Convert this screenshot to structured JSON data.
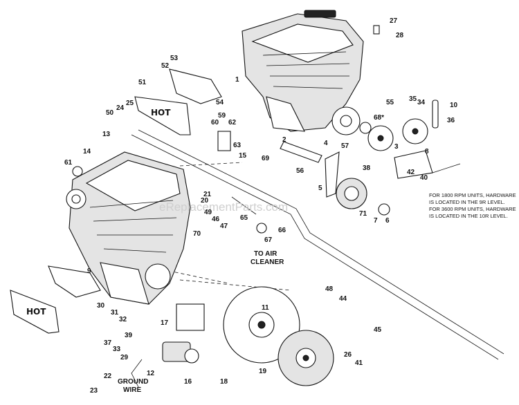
{
  "watermark": "eReplacementParts.com",
  "callouts": [
    "1",
    "2",
    "3",
    "4",
    "5",
    "6",
    "7",
    "8",
    "9",
    "10",
    "11",
    "12",
    "13",
    "14",
    "15",
    "16",
    "17",
    "18",
    "19",
    "20",
    "21",
    "22",
    "23",
    "24",
    "25",
    "26",
    "27",
    "28",
    "29",
    "30",
    "31",
    "32",
    "33",
    "34",
    "35",
    "36",
    "37",
    "38",
    "39",
    "40",
    "41",
    "42",
    "44",
    "45",
    "46",
    "47",
    "48",
    "49",
    "50",
    "51",
    "52",
    "53",
    "54",
    "55",
    "56",
    "57",
    "59",
    "60",
    "61",
    "62",
    "63",
    "65",
    "66",
    "67",
    "68*",
    "69",
    "70",
    "71"
  ],
  "notes": [
    "FOR 1800 RPM UNITS, HARDWARE",
    "IS LOCATED IN THE 9R LEVEL.",
    "FOR 3600 RPM UNITS, HARDWARE",
    "IS LOCATED IN THE 10R LEVEL."
  ],
  "labels": {
    "air_cleaner_line1": "TO AIR",
    "air_cleaner_line2": "CLEANER",
    "ground_wire_line1": "GROUND",
    "ground_wire_line2": "WIRE",
    "hot": "HOT"
  }
}
